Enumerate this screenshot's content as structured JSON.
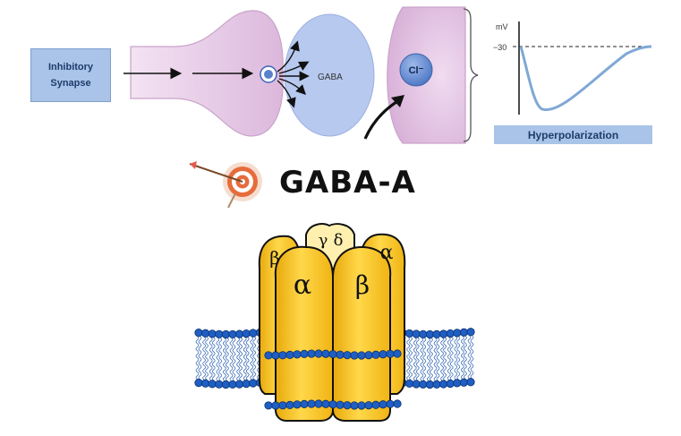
{
  "synapse_label_line1": "Inhibitory",
  "synapse_label_line2": "Synapse",
  "neurotransmitter_label": "GABA",
  "ion_label": "Cl⁻",
  "graph": {
    "y_unit": "mV",
    "tick_label": "−30",
    "caption": "Hyperpolarization"
  },
  "title": "GABA-A",
  "subunits": {
    "front_left": "α",
    "front_right": "β",
    "back_left": "β",
    "back_right": "α",
    "back_center_1": "γ",
    "back_center_2": "δ"
  },
  "colors": {
    "box_blue": "#a9c4e8",
    "membrane_pink": "#e8cde8",
    "vesicle_blue": "#b7c9ef",
    "receptor_yellow": "#f7c21a",
    "phospholipid_blue": "#1f5fc4",
    "trace_blue": "#7fa8d6"
  }
}
